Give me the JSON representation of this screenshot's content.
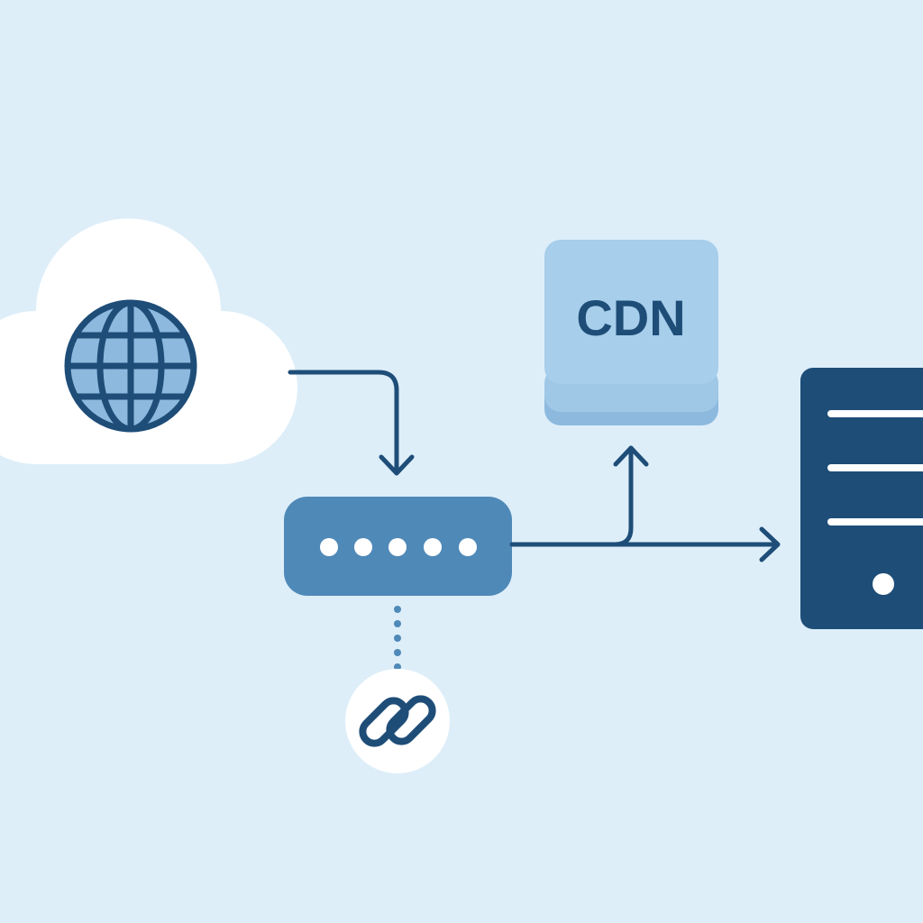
{
  "colors": {
    "background": "#DDEEF9",
    "navy": "#1E4D78",
    "medium_blue": "#4F89B8",
    "light_blue": "#A7CEEA",
    "mid_blue": "#8DB9DE",
    "white": "#FFFFFF",
    "dot_color": "#4F89B8"
  },
  "nodes": {
    "internet_cloud": {
      "icon": "globe-icon"
    },
    "load_balancer": {
      "icon": "router-icon",
      "indicator_count": 5
    },
    "cdn": {
      "label": "CDN",
      "icon": "stack-icon"
    },
    "server": {
      "icon": "server-icon"
    },
    "link": {
      "icon": "chain-link-icon"
    }
  },
  "edges": [
    {
      "from": "internet_cloud",
      "to": "load_balancer",
      "style": "solid-arrow"
    },
    {
      "from": "load_balancer",
      "to": "cdn",
      "style": "solid-arrow"
    },
    {
      "from": "load_balancer",
      "to": "server",
      "style": "solid-arrow"
    },
    {
      "from": "load_balancer",
      "to": "link",
      "style": "dotted"
    }
  ]
}
